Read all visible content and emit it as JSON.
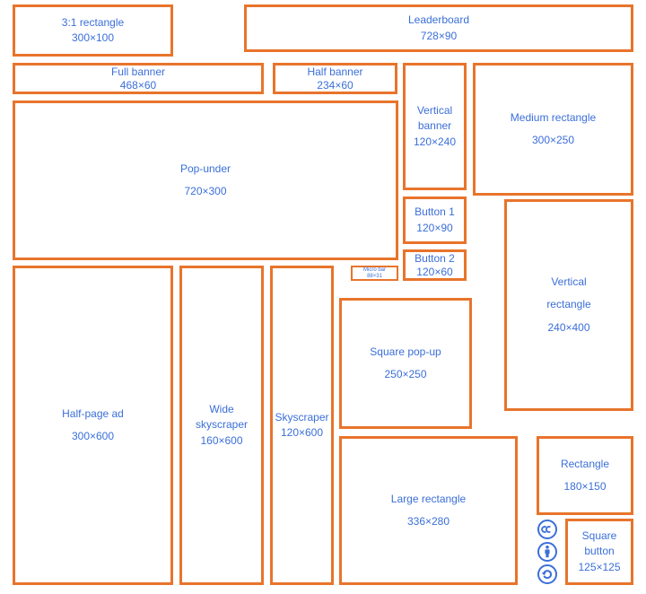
{
  "colors": {
    "border": "#e8742b",
    "text": "#3b6fd8"
  },
  "boxes": {
    "rect31": {
      "name": "3:1 rectangle",
      "size": "300×100"
    },
    "leaderboard": {
      "name": "Leaderboard",
      "size": "728×90"
    },
    "full_banner": {
      "name": "Full banner",
      "size": "468×60"
    },
    "half_banner": {
      "name": "Half banner",
      "size": "234×60"
    },
    "vertical_banner": {
      "name_line1": "Vertical",
      "name_line2": "banner",
      "size": "120×240"
    },
    "medium_rectangle": {
      "name": "Medium rectangle",
      "size": "300×250"
    },
    "pop_under": {
      "name": "Pop-under",
      "size": "720×300"
    },
    "button1": {
      "name": "Button 1",
      "size": "120×90"
    },
    "button2": {
      "name": "Button 2",
      "size": "120×60"
    },
    "vertical_rectangle": {
      "name_line1": "Vertical",
      "name_line2": "rectangle",
      "size": "240×400"
    },
    "micro_bar": {
      "name": "Micro bar",
      "size": "88×31"
    },
    "half_page": {
      "name": "Half-page ad",
      "size": "300×600"
    },
    "wide_skyscraper": {
      "name_line1": "Wide",
      "name_line2": "skyscraper",
      "size": "160×600"
    },
    "skyscraper": {
      "name": "Skyscraper",
      "size": "120×600"
    },
    "square_popup": {
      "name": "Square pop-up",
      "size": "250×250"
    },
    "large_rectangle": {
      "name": "Large rectangle",
      "size": "336×280"
    },
    "rectangle": {
      "name": "Rectangle",
      "size": "180×150"
    },
    "square_button": {
      "name_line1": "Square",
      "name_line2": "button",
      "size": "125×125"
    }
  },
  "license_icons": [
    "cc-icon",
    "attribution-icon",
    "sharealike-icon"
  ]
}
